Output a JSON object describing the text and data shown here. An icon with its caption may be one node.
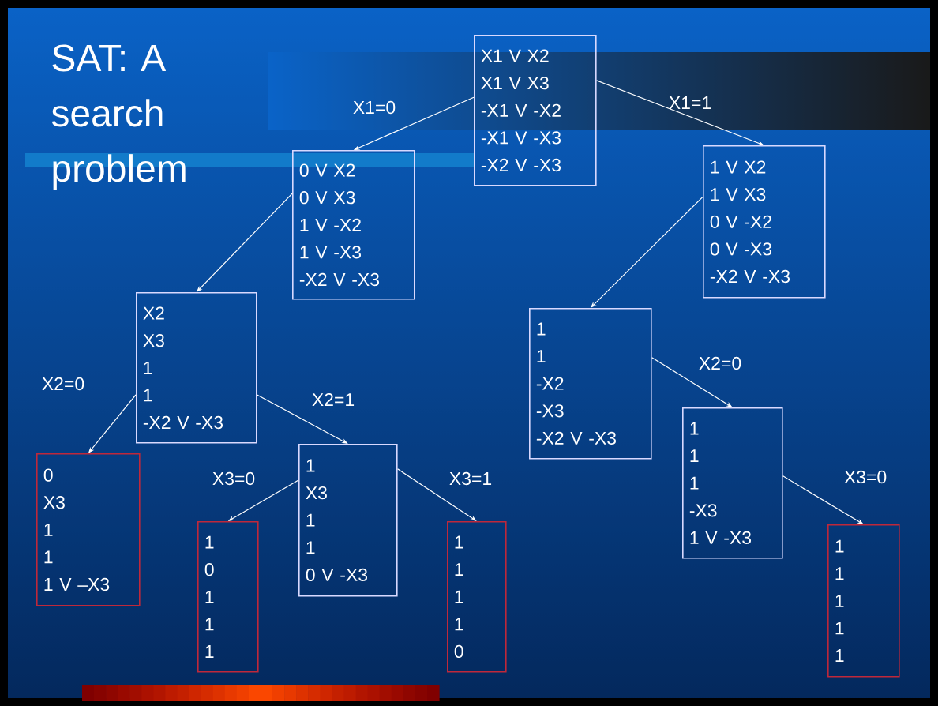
{
  "diagram": {
    "title": "SAT: A search problem",
    "nodes": [
      {
        "text": [
          "X1 V X2",
          "X1 V X3",
          "-X1 V -X2",
          "-X1 V -X3",
          "-X2 V -X3"
        ]
      },
      {
        "text": [
          "0 V X2",
          "0 V X3",
          "1 V -X2",
          "1 V -X3",
          "-X2 V -X3"
        ]
      },
      {
        "text": [
          "1 V X2",
          "1 V X3",
          "0 V -X2",
          "0 V -X3",
          "-X2 V -X3"
        ]
      },
      {
        "text": [
          "X2",
          "X3",
          "1",
          "1",
          "-X2 V -X3"
        ]
      },
      {
        "text": [
          "1",
          "1",
          "-X2",
          "-X3",
          "-X2 V -X3"
        ]
      },
      {
        "text": [
          "0",
          "X3",
          "1",
          "1",
          "1 V –X3"
        ]
      },
      {
        "text": [
          "1",
          "X3",
          "1",
          "1",
          "0 V -X3"
        ]
      },
      {
        "text": [
          "1",
          "0",
          "1",
          "1",
          "1"
        ]
      },
      {
        "text": [
          "1",
          "1",
          "1",
          "1",
          "0"
        ]
      },
      {
        "text": [
          "1",
          "1",
          "1",
          "-X3",
          "1 V -X3"
        ]
      },
      {
        "text": [
          "1",
          "1",
          "1",
          "1",
          "1"
        ]
      }
    ],
    "edges": [
      {
        "from": 0,
        "to": 1,
        "arrow": "to",
        "label": "X1=0"
      },
      {
        "from": 0,
        "to": 2,
        "arrow": "to",
        "label": "X1=1"
      },
      {
        "from": 1,
        "to": 3,
        "arrow": "to"
      },
      {
        "from": 2,
        "to": 4,
        "arrow": "to"
      },
      {
        "from": 3,
        "to": 5,
        "arrow": "to",
        "label": "X2=0"
      },
      {
        "from": 3,
        "to": 6,
        "arrow": "to",
        "label": "X2=1"
      },
      {
        "from": 6,
        "to": 7,
        "arrow": "to",
        "label": "X3=0"
      },
      {
        "from": 6,
        "to": 8,
        "arrow": "to",
        "label": "X3=1"
      },
      {
        "from": 4,
        "to": 9,
        "arrow": "to",
        "label": "X2=0"
      },
      {
        "from": 9,
        "to": 10,
        "arrow": "to",
        "label": "X3=0"
      }
    ]
  }
}
